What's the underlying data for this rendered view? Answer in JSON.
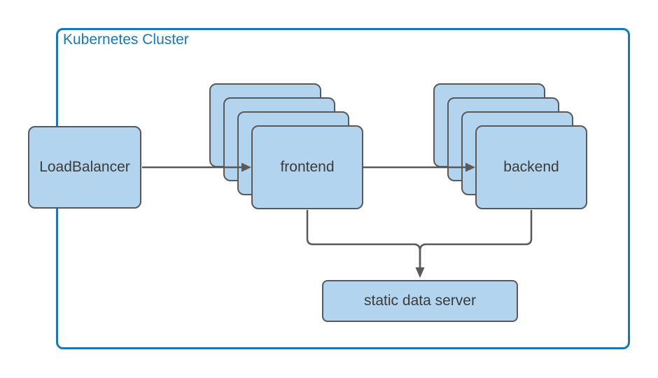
{
  "diagram": {
    "title": "Kubernetes Cluster",
    "nodes": {
      "load_balancer": {
        "label": "LoadBalancer",
        "replicas": 1
      },
      "frontend": {
        "label": "frontend",
        "replicas": 4
      },
      "backend": {
        "label": "backend",
        "replicas": 4
      },
      "static_data_server": {
        "label": "static data server",
        "replicas": 1
      }
    },
    "edges": [
      {
        "from": "LoadBalancer",
        "to": "frontend",
        "arrow": true
      },
      {
        "from": "frontend",
        "to": "backend",
        "arrow": true
      },
      {
        "from": "frontend",
        "to": "static data server",
        "arrow": true,
        "merges_with": "backend"
      },
      {
        "from": "backend",
        "to": "static data server",
        "arrow": true,
        "merges_with": "frontend"
      }
    ],
    "colors": {
      "node_fill": "#B2D4EE",
      "node_border": "#595959",
      "connector": "#595959",
      "cluster_border": "#1878BE",
      "cluster_title": "#1878BE",
      "label_text": "#3B3B3B",
      "background": "#FFFFFF"
    }
  }
}
